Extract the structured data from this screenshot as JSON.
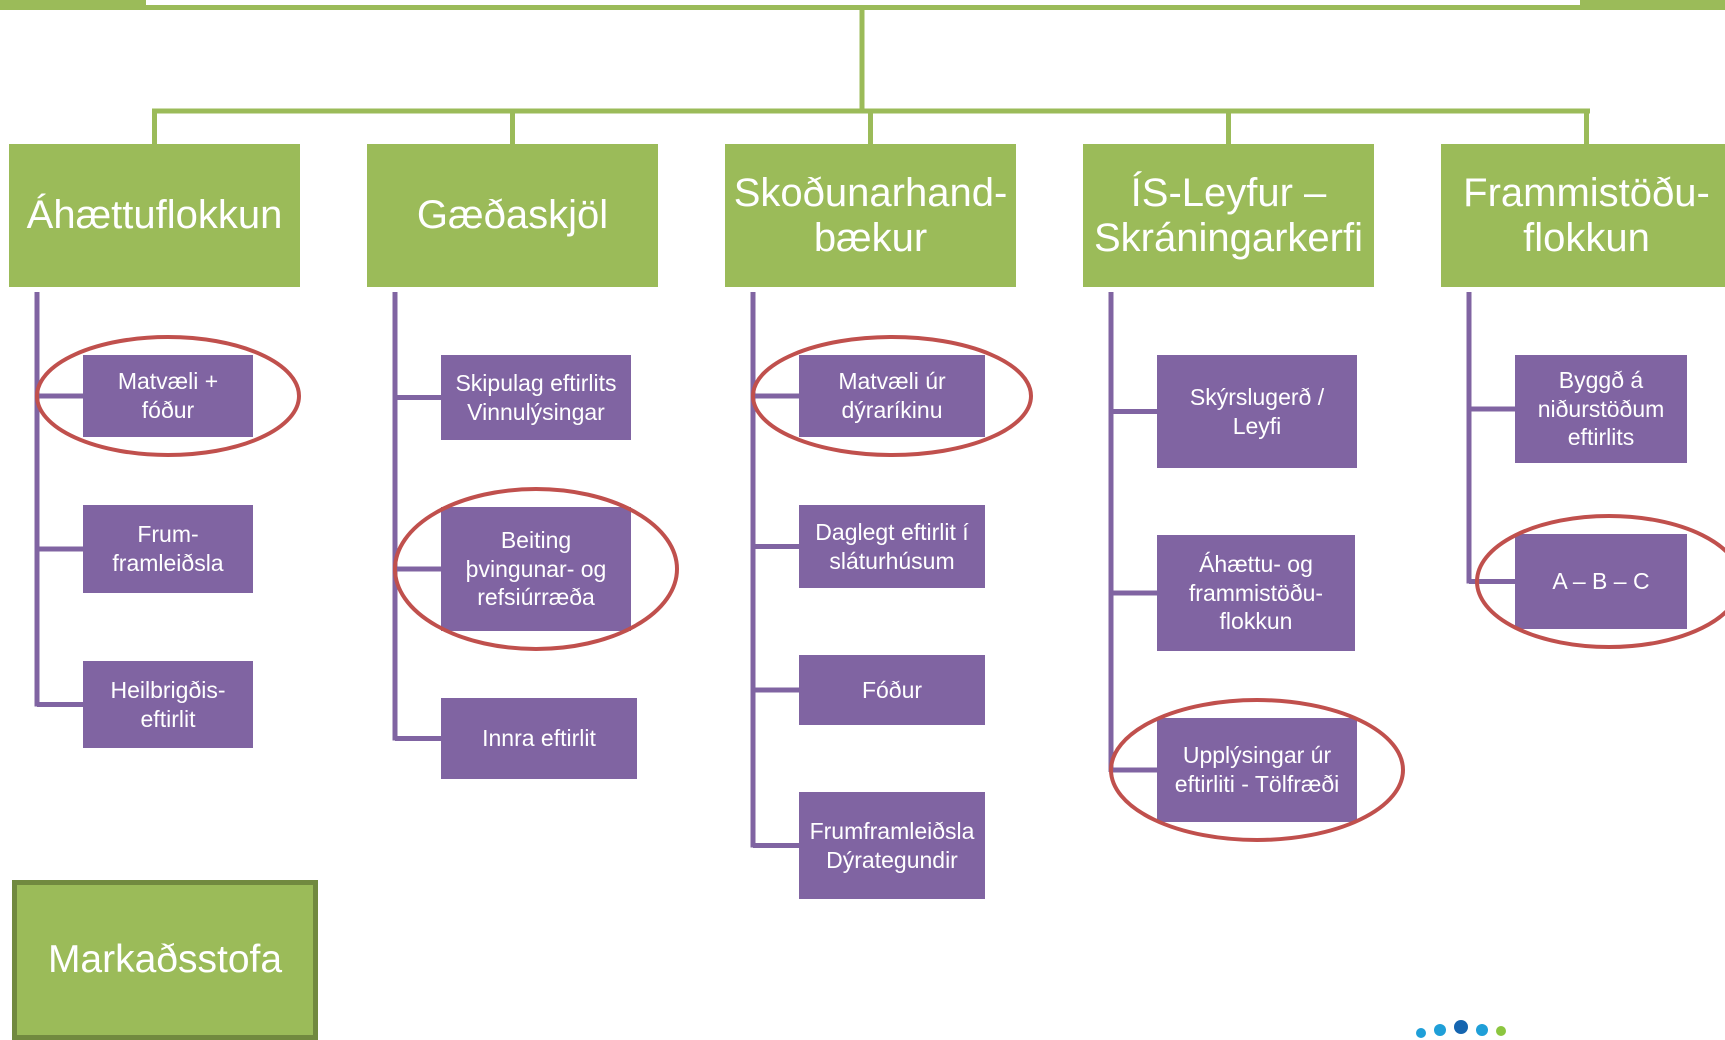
{
  "colors": {
    "green_box": "#9bbb59",
    "green_line": "#9bbb59",
    "purple_box": "#8064a2",
    "purple_line": "#8064a2",
    "highlight_ring": "#c0504d",
    "market_border": "#71893f"
  },
  "columns": [
    {
      "title": "Áhættuflokkun",
      "items": [
        {
          "label": "Matvæli +\nfóður",
          "highlighted": true
        },
        {
          "label": "Frum-\nframleiðsla",
          "highlighted": false
        },
        {
          "label": "Heilbrigðis-\neftirlit",
          "highlighted": false
        }
      ]
    },
    {
      "title": "Gæðaskjöl",
      "items": [
        {
          "label": "Skipulag eftirlits\nVinnulýsingar",
          "highlighted": false
        },
        {
          "label": "Beiting\nþvingunar- og\nrefsiúrræða",
          "highlighted": true
        },
        {
          "label": "Innra eftirlit",
          "highlighted": false
        }
      ]
    },
    {
      "title": "Skoðunarhand-\nbækur",
      "items": [
        {
          "label": "Matvæli úr\ndýraríkinu",
          "highlighted": true
        },
        {
          "label": "Daglegt eftirlit í\nsláturhúsum",
          "highlighted": false
        },
        {
          "label": "Fóður",
          "highlighted": false
        },
        {
          "label": "Frumframleiðsla\nDýrategundir",
          "highlighted": false
        }
      ]
    },
    {
      "title": "ÍS-Leyfur –\nSkráningarkerfi",
      "items": [
        {
          "label": "Skýrslugerð / Leyfi",
          "highlighted": false
        },
        {
          "label": "Áhættu- og\nframmistöðu-\nflokkun",
          "highlighted": false
        },
        {
          "label": "Upplýsingar úr\neftirliti - Tölfræði",
          "highlighted": true
        }
      ]
    },
    {
      "title": "Frammistöðu-\nflokkun",
      "items": [
        {
          "label": "Byggð á\nniðurstöðum\neftirlits",
          "highlighted": false
        },
        {
          "label": "A – B – C",
          "highlighted": true
        }
      ]
    }
  ],
  "market": {
    "label": "Markaðsstofa"
  },
  "logo": {
    "icon": "dotted-logo-icon"
  }
}
